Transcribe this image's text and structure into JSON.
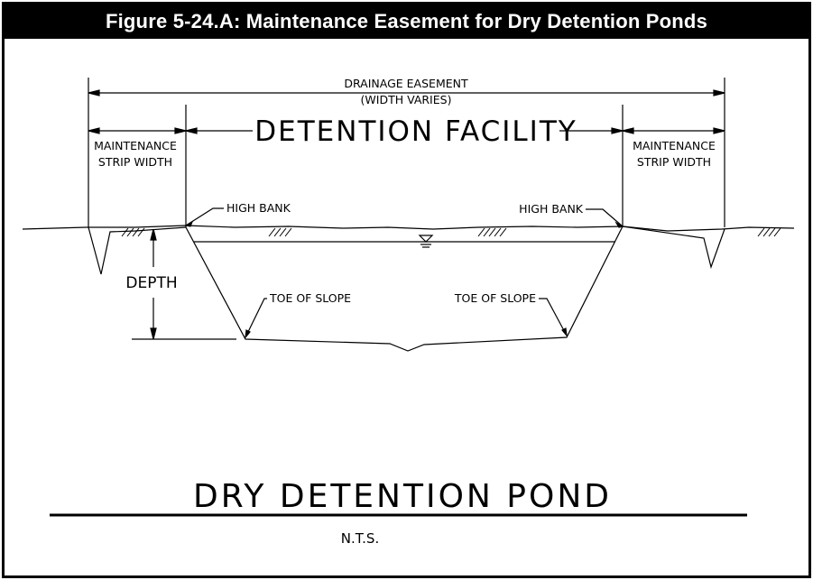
{
  "figure_title": "Figure 5-24.A: Maintenance Easement for Dry Detention Ponds",
  "labels": {
    "drainage_easement": "DRAINAGE EASEMENT",
    "width_varies": "(WIDTH VARIES)",
    "detention_facility": "DETENTION FACILITY",
    "maintenance_left": "MAINTENANCE",
    "strip_width_left": "STRIP WIDTH",
    "maintenance_right": "MAINTENANCE",
    "strip_width_right": "STRIP WIDTH",
    "high_bank_left": "HIGH BANK",
    "high_bank_right": "HIGH BANK",
    "depth": "DEPTH",
    "toe_of_slope_left": "TOE OF SLOPE",
    "toe_of_slope_right": "TOE OF SLOPE",
    "main_title": "DRY DETENTION POND",
    "scale_note": "N.T.S."
  },
  "icons": {
    "water_level": "water-surface-symbol-icon",
    "ground_hatch": "earth-hatch-icon"
  },
  "colors": {
    "header_bg": "#000000",
    "header_text": "#ffffff",
    "line": "#000000"
  }
}
